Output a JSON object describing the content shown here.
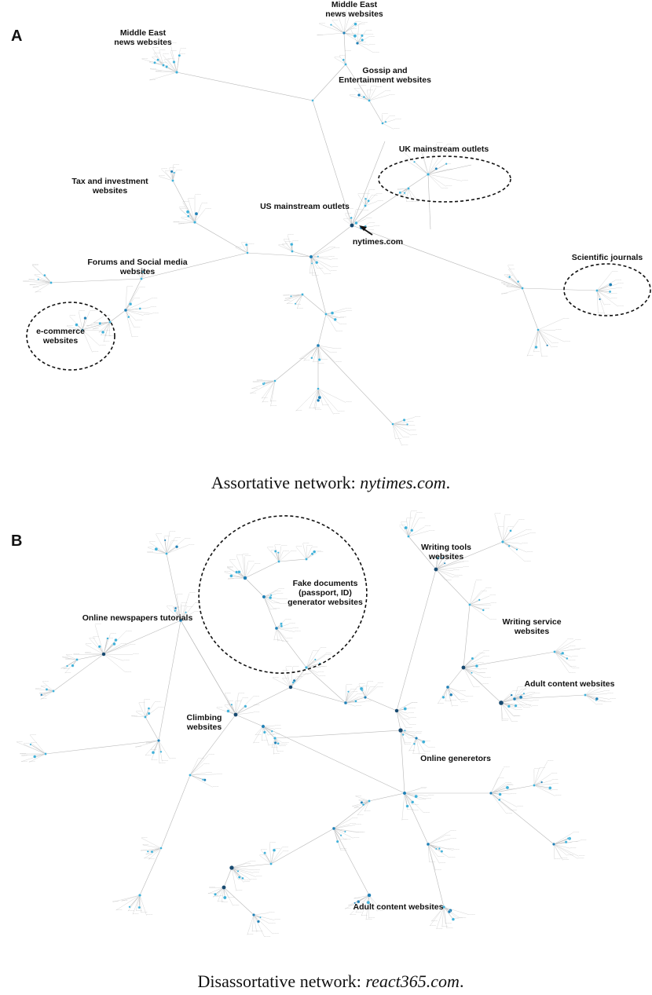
{
  "panel_a": {
    "letter": "A",
    "caption_prefix": "Assortative network: ",
    "caption_site": "nytimes.com",
    "caption_suffix": ".",
    "labels": {
      "middle_east_1": [
        "Middle East",
        "news websites"
      ],
      "middle_east_2": [
        "Middle East",
        "news websites"
      ],
      "gossip": [
        "Gossip and",
        "Entertainment websites"
      ],
      "uk": [
        "UK mainstream outlets"
      ],
      "tax": [
        "Tax and investment",
        "websites"
      ],
      "us": [
        "US mainstream outlets"
      ],
      "nytimes": [
        "nytimes.com"
      ],
      "forums": [
        "Forums and Social media",
        "websites"
      ],
      "scientific": [
        "Scientific journals"
      ],
      "ecommerce": [
        "e-commerce",
        "websites"
      ]
    }
  },
  "panel_b": {
    "letter": "B",
    "caption_prefix": "Disassortative network: ",
    "caption_site": "react365.com",
    "caption_suffix": ".",
    "labels": {
      "writing_tools": [
        "Writing tools",
        "websites"
      ],
      "fake_docs": [
        "Fake documents",
        "(passport, ID)",
        "generator websites"
      ],
      "newspapers": [
        "Online newspapers tutorials"
      ],
      "writing_service": [
        "Writing service",
        "websites"
      ],
      "adult_1": [
        "Adult content websites"
      ],
      "climbing": [
        "Climbing",
        "websites"
      ],
      "generators": [
        "Online generetors"
      ],
      "adult_2": [
        "Adult content websites"
      ]
    }
  },
  "colors": {
    "node_light": "#3fb0d8",
    "node_mid": "#1f7fb5",
    "node_dark": "#17496f",
    "edge": "#b9b9b9"
  }
}
